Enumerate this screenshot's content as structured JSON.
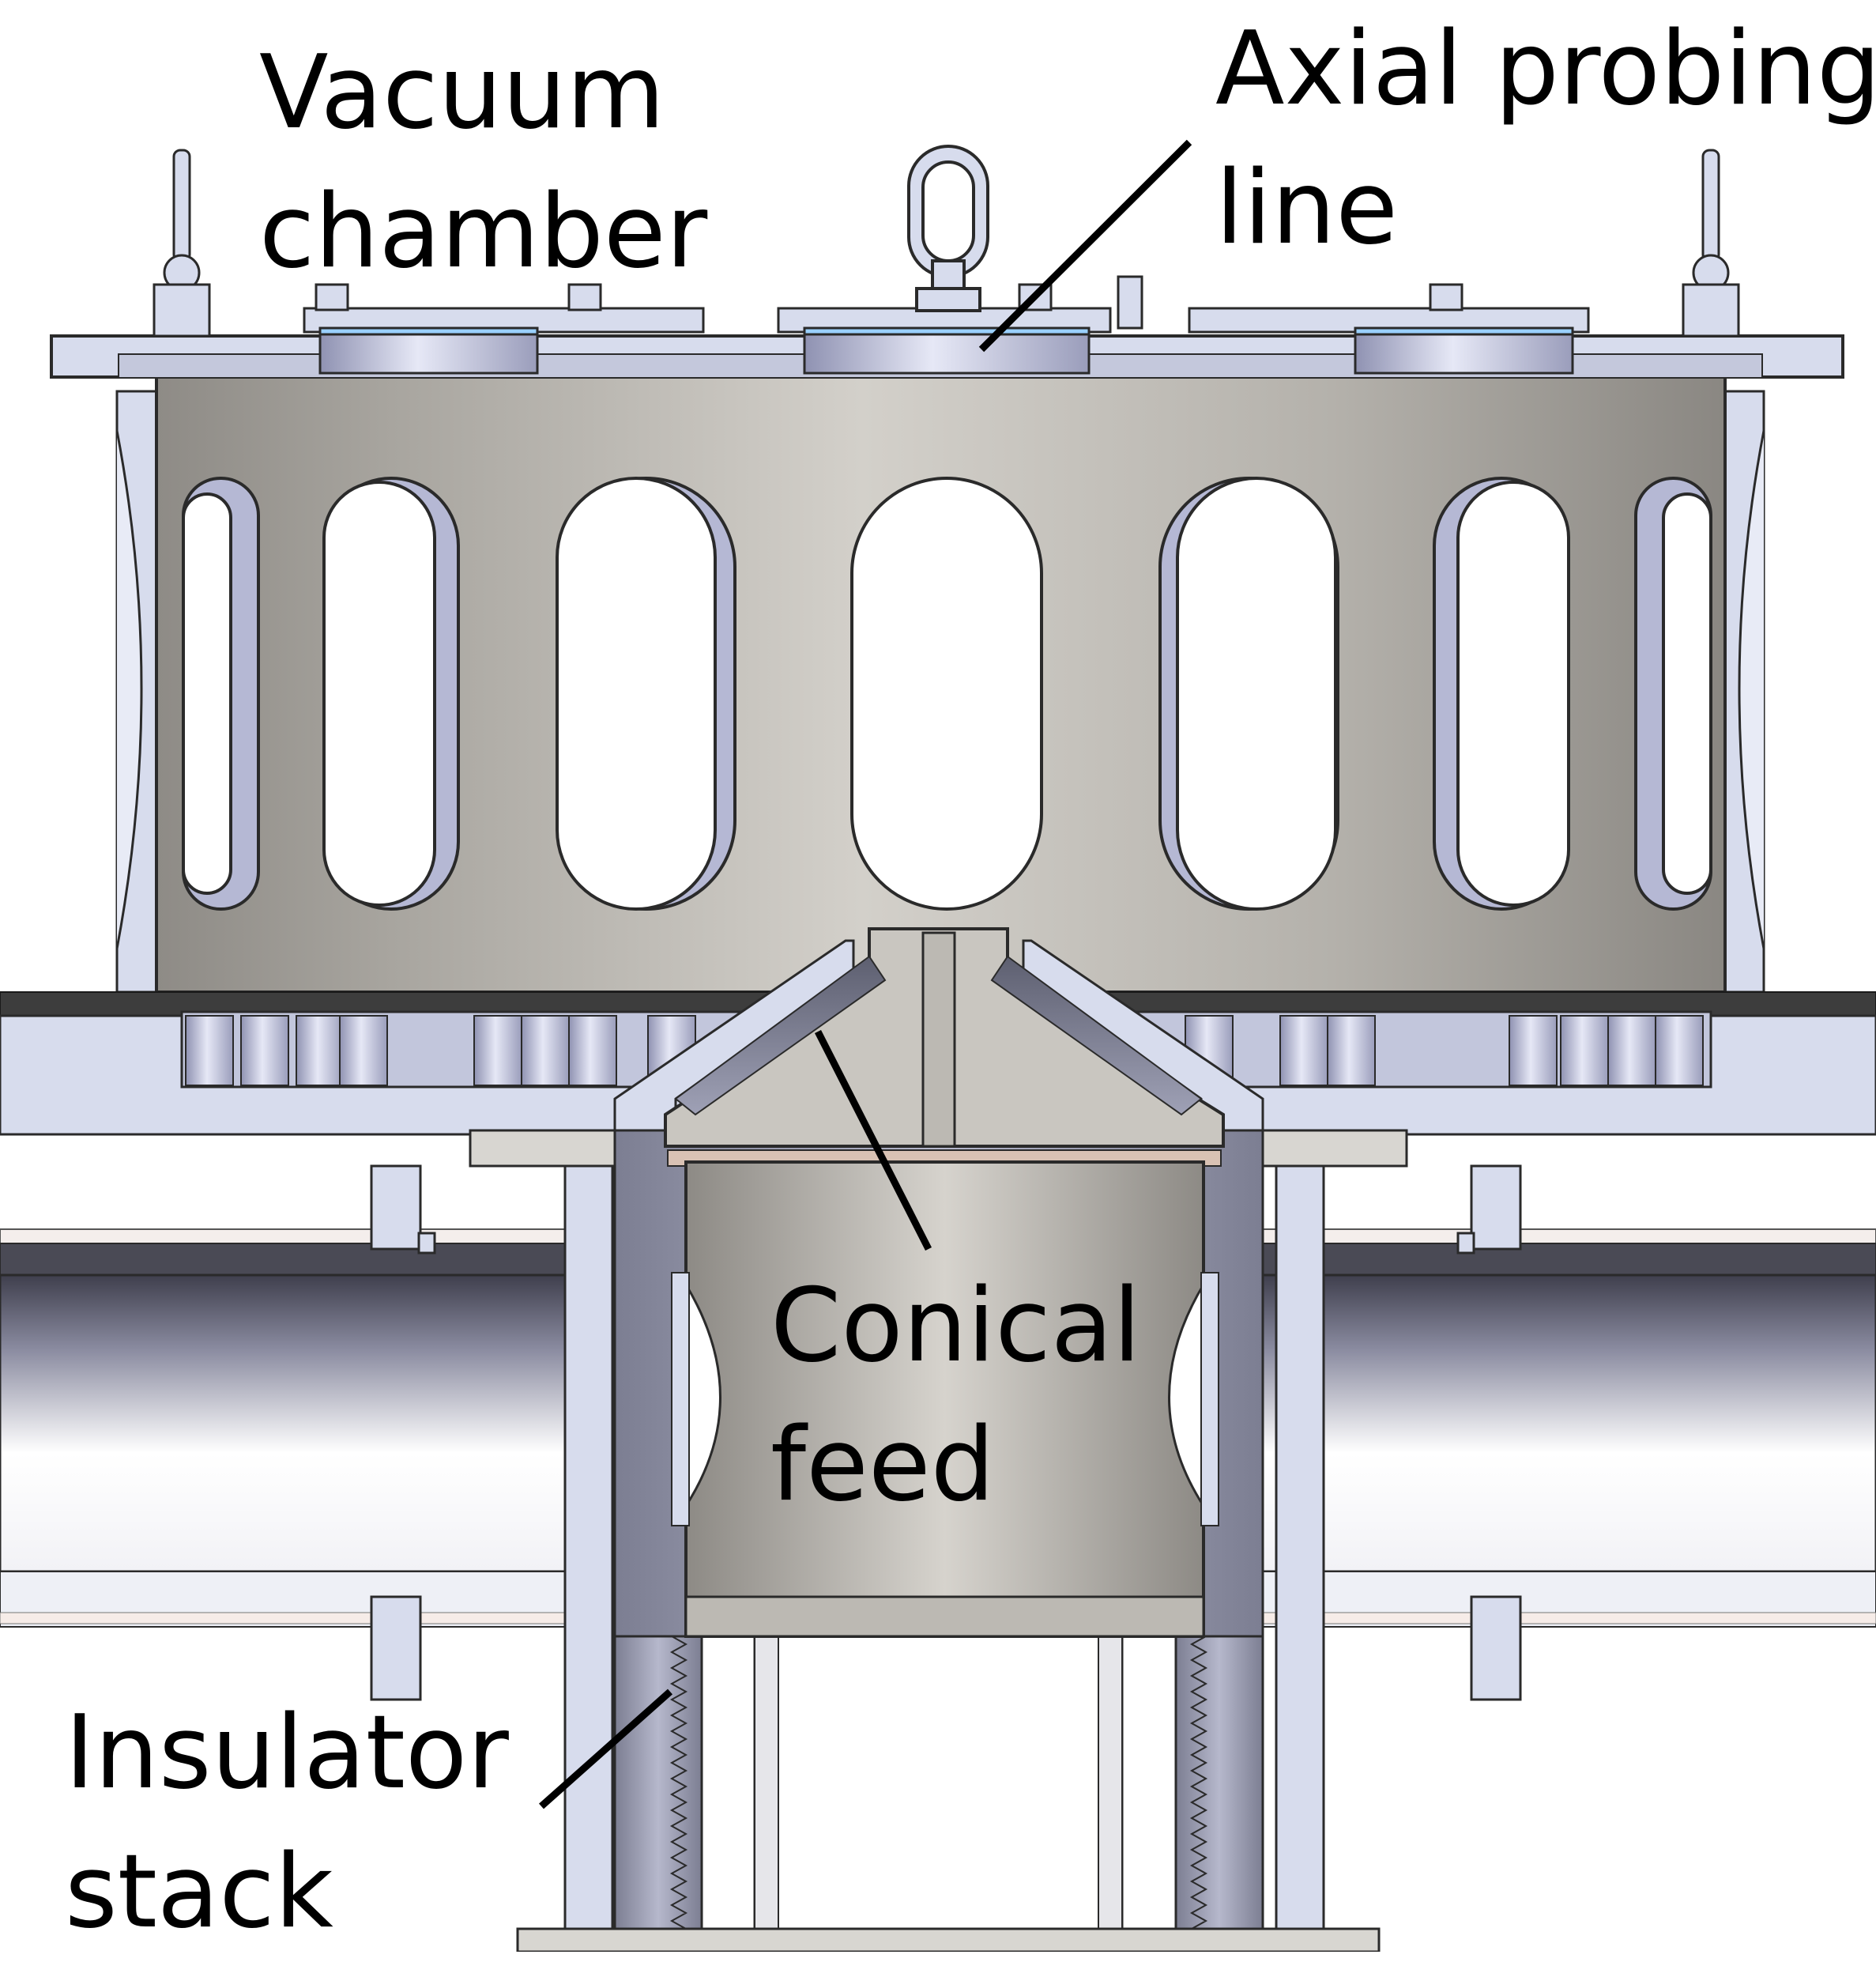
{
  "labels": {
    "vacuum_chamber": {
      "line1": "Vacuum",
      "line2": "chamber"
    },
    "axial_probing_line": {
      "line1": "Axial probing",
      "line2": "line"
    },
    "conical_feed": {
      "line1": "Conical",
      "line2": "feed"
    },
    "insulator_stack": {
      "line1": "Insulator",
      "line2": "stack"
    }
  },
  "colors": {
    "chamber_gray": "#aca9a3",
    "chamber_highlight": "#d3d0ca",
    "flange_blue": "#d7dced",
    "flange_blue_dark": "#aeb2cf",
    "outline": "#2a2a2a",
    "pipe_dark": "#4a4a58",
    "pipe_light": "#ffffff",
    "leader_line": "#000000"
  }
}
